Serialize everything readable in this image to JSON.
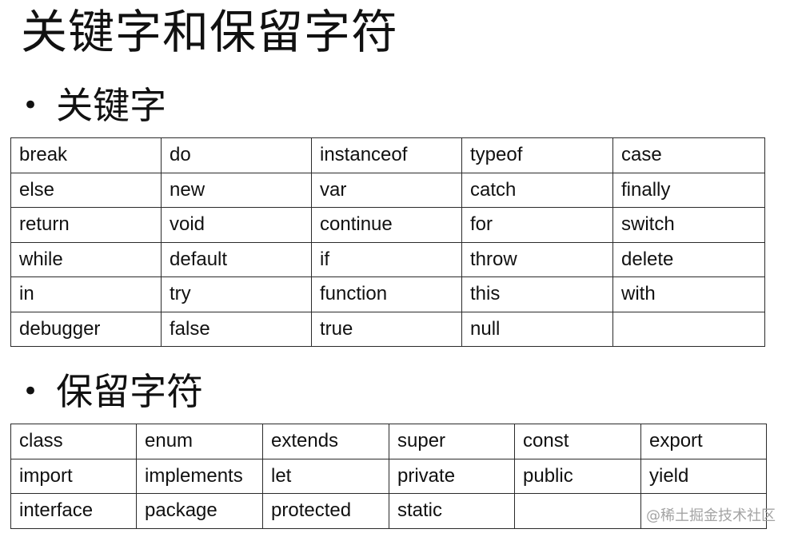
{
  "title": "关键字和保留字符",
  "sections": {
    "keywords": {
      "bullet": "•",
      "heading": "关键字",
      "rows": [
        [
          "break",
          "do",
          "instanceof",
          "typeof",
          "case"
        ],
        [
          "else",
          "new",
          "var",
          "catch",
          "finally"
        ],
        [
          "return",
          "void",
          "continue",
          "for",
          "switch"
        ],
        [
          "while",
          "default",
          "if",
          "throw",
          "delete"
        ],
        [
          "in",
          "try",
          "function",
          "this",
          "with"
        ],
        [
          "debugger",
          "false",
          "true",
          "null",
          ""
        ]
      ]
    },
    "reserved": {
      "bullet": "•",
      "heading": "保留字符",
      "rows": [
        [
          "class",
          "enum",
          "extends",
          "super",
          "const",
          "export"
        ],
        [
          "import",
          "implements",
          "let",
          "private",
          "public",
          "yield"
        ],
        [
          "interface",
          "package",
          "protected",
          "static",
          "",
          ""
        ]
      ]
    }
  },
  "watermark": "@稀土掘金技术社区"
}
